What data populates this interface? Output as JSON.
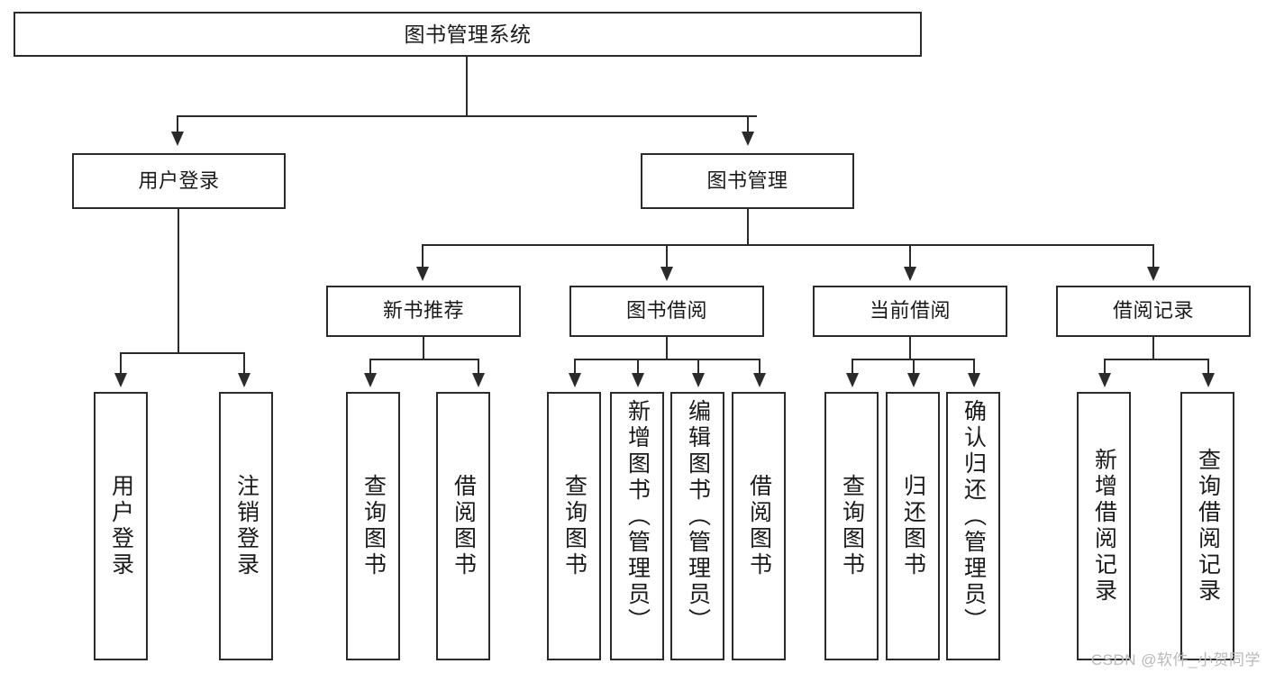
{
  "diagram": {
    "title": "图书管理系统",
    "type": "hierarchy-tree",
    "watermark": "CSDN @软件_小贺同学",
    "levels": {
      "root": {
        "label": "图书管理系统"
      },
      "branches": [
        {
          "id": "user-login",
          "label": "用户登录"
        },
        {
          "id": "book-management",
          "label": "图书管理"
        }
      ],
      "groups": [
        {
          "id": "new-book-recommend",
          "label": "新书推荐"
        },
        {
          "id": "book-borrow",
          "label": "图书借阅"
        },
        {
          "id": "current-borrow",
          "label": "当前借阅"
        },
        {
          "id": "borrow-record",
          "label": "借阅记录"
        }
      ],
      "leaves": {
        "user_login": [
          {
            "id": "leaf-user-login",
            "label": "用户登录"
          },
          {
            "id": "leaf-logout-login",
            "label": "注销登录"
          }
        ],
        "new_book_recommend": [
          {
            "id": "leaf-query-book-1",
            "label": "查询图书"
          },
          {
            "id": "leaf-borrow-book-1",
            "label": "借阅图书"
          }
        ],
        "book_borrow": [
          {
            "id": "leaf-query-book-2",
            "label": "查询图书"
          },
          {
            "id": "leaf-add-book",
            "label": "新增图书（管理员）"
          },
          {
            "id": "leaf-edit-book",
            "label": "编辑图书（管理员）"
          },
          {
            "id": "leaf-borrow-book-2",
            "label": "借阅图书"
          }
        ],
        "current_borrow": [
          {
            "id": "leaf-query-book-3",
            "label": "查询图书"
          },
          {
            "id": "leaf-return-book",
            "label": "归还图书"
          },
          {
            "id": "leaf-confirm-return",
            "label": "确认归还（管理员）"
          }
        ],
        "borrow_record": [
          {
            "id": "leaf-add-record",
            "label": "新增借阅记录"
          },
          {
            "id": "leaf-query-record",
            "label": "查询借阅记录"
          }
        ]
      }
    },
    "colors": {
      "stroke": "#2b2b2b",
      "fill": "#ffffff",
      "text": "#1a1a1a",
      "watermark": "#b9b9b9"
    }
  }
}
